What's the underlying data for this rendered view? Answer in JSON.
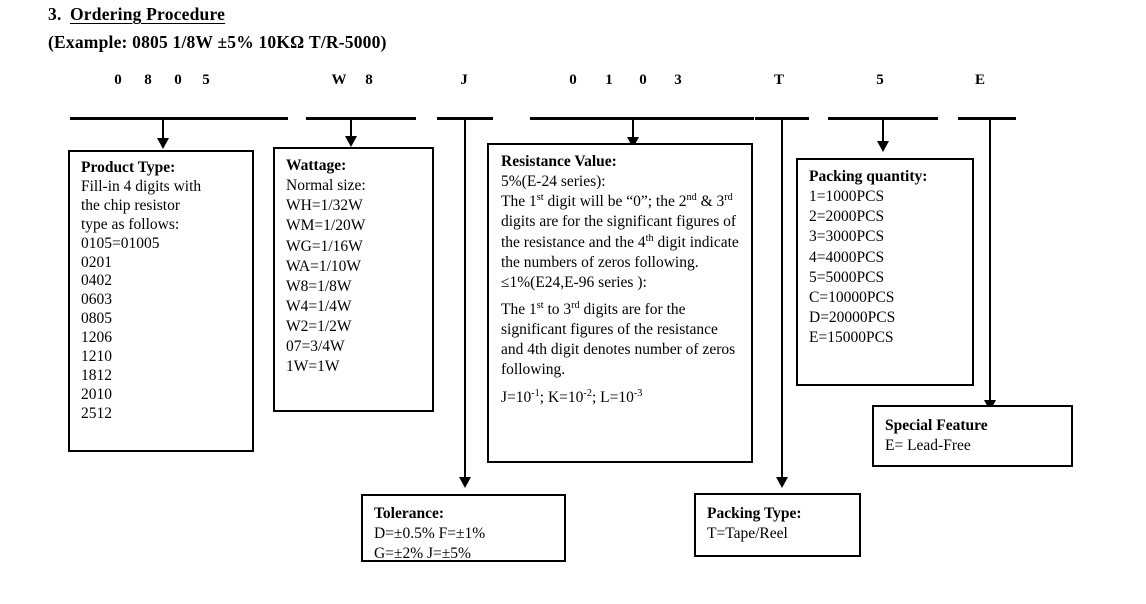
{
  "header": {
    "section_number": "3.",
    "section_title": "Ordering Procedure",
    "example_line": "(Example: 0805 1/8W ±5% 10KΩ T/R-5000)"
  },
  "part_code": {
    "characters": [
      "0",
      "8",
      "0",
      "5",
      "W",
      "8",
      "J",
      "0",
      "1",
      "0",
      "3",
      "T",
      "5",
      "E"
    ],
    "groups": [
      {
        "name": "product-type",
        "chars": "0805"
      },
      {
        "name": "wattage",
        "chars": "W8"
      },
      {
        "name": "tolerance",
        "chars": "J"
      },
      {
        "name": "resistance-value",
        "chars": "0103"
      },
      {
        "name": "packing-type",
        "chars": "T"
      },
      {
        "name": "packing-quantity",
        "chars": "5"
      },
      {
        "name": "special-feature",
        "chars": "E"
      }
    ]
  },
  "boxes": {
    "product_type": {
      "title": "Product Type:",
      "lines": [
        "Fill-in 4 digits with",
        "the chip resistor",
        "type as follows:",
        "0105=01005",
        "0201",
        "0402",
        "0603",
        "0805",
        "1206",
        "1210",
        "1812",
        "2010",
        "2512"
      ]
    },
    "wattage": {
      "title": "Wattage:",
      "lines": [
        "Normal size:",
        "WH=1/32W",
        "WM=1/20W",
        "WG=1/16W",
        "WA=1/10W",
        "W8=1/8W",
        "W4=1/4W",
        "W2=1/2W",
        "07=3/4W",
        "1W=1W"
      ]
    },
    "resistance_value": {
      "title": "Resistance Value:",
      "series_5pct_label": "5%(E-24 series):",
      "para_5pct_parts": {
        "a": "The 1",
        "sup_a": "st",
        "b": " digit will be “0”; the 2",
        "sup_b": "nd",
        "c": " & 3",
        "sup_c": "rd",
        "d": " digits are for the significant figures of the resistance and the 4",
        "sup_d": "th",
        "e": " digit indicate the numbers of zeros following."
      },
      "series_1pct_label": "≤1%(E24,E-96 series ):",
      "para_1pct_parts": {
        "a": "The 1",
        "sup_a": "st",
        "b": " to 3",
        "sup_b": "rd",
        "c": " digits are for the significant figures of the resistance and 4th digit denotes number of zeros following."
      },
      "multiplier_parts": {
        "a": "J=10",
        "sup_a": "-1",
        "b": "; K=10",
        "sup_b": "-2",
        "c": "; L=10",
        "sup_c": "-3"
      }
    },
    "packing_quantity": {
      "title": "Packing quantity:",
      "lines": [
        "1=1000PCS",
        "2=2000PCS",
        "3=3000PCS",
        "4=4000PCS",
        "5=5000PCS",
        "C=10000PCS",
        "D=20000PCS",
        "E=15000PCS"
      ]
    },
    "special_feature": {
      "title": "Special Feature",
      "lines": [
        "E= Lead-Free"
      ]
    },
    "tolerance": {
      "title": "Tolerance:",
      "lines": [
        "D=±0.5%  F=±1%",
        "G=±2%   J=±5%"
      ]
    },
    "packing_type": {
      "title": "Packing Type:",
      "lines": [
        "T=Tape/Reel"
      ]
    }
  },
  "colors": {
    "ink": "#000000",
    "paper": "#ffffff"
  }
}
